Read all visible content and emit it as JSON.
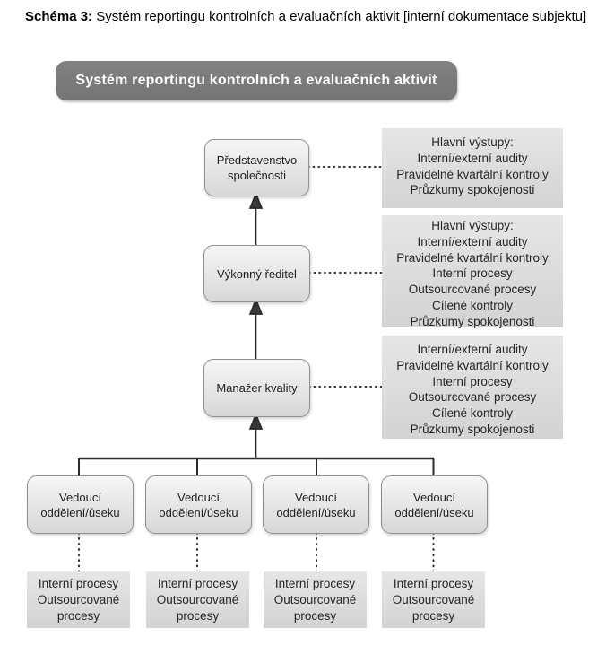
{
  "page": {
    "title_prefix": "Schéma 3:",
    "title_rest": " Systém reportingu kontrolních a evaluačních aktivit [interní dokumentace subjektu]"
  },
  "banner": {
    "label": "Systém reportingu kontrolních a evaluačních aktivit"
  },
  "colors": {
    "banner_bg": "#7a7a7a",
    "banner_text": "#ffffff",
    "node_fill_top": "#f6f6f6",
    "node_fill_bottom": "#d7d7d7",
    "node_border": "#8f8f8f",
    "panel_bg": "#dbdbdb",
    "line": "#2b2b2b"
  },
  "org_chart": {
    "nodes": {
      "board": "Představenstvo\nspolečnosti",
      "executive_director": "Výkonný ředitel",
      "quality_manager": "Manažer kvality",
      "heads": [
        "Vedoucí\noddělení/úseku",
        "Vedoucí\noddělení/úseku",
        "Vedoucí\noddělení/úseku",
        "Vedoucí\noddělení/úseku"
      ]
    },
    "output_panels": {
      "board": "Hlavní výstupy:\nInterní/externí audity\nPravidelné kvartální kontroly\nPrůzkumy spokojenosti",
      "executive_director": "Hlavní výstupy:\nInterní/externí audity\nPravidelné kvartální kontroly\nInterní procesy\nOutsourcované procesy\nCílené kontroly\nPrůzkumy spokojenosti",
      "quality_manager": "Interní/externí audity\nPravidelné kvartální kontroly\nInterní procesy\nOutsourcované procesy\nCílené kontroly\nPrůzkumy spokojenosti"
    },
    "process_panels": [
      "Interní procesy\nOutsourcované\nprocesy",
      "Interní procesy\nOutsourcované\nprocesy",
      "Interní procesy\nOutsourcované\nprocesy",
      "Interní procesy\nOutsourcované\nprocesy"
    ]
  }
}
